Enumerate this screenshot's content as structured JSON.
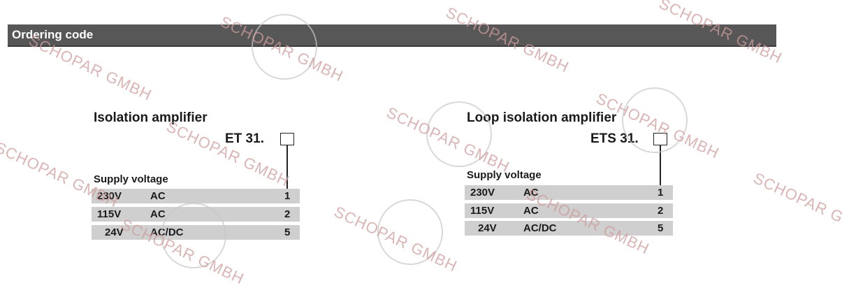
{
  "header": {
    "title": "Ordering code"
  },
  "left": {
    "title": "Isolation amplifier",
    "code": "ET 31.",
    "supply_label": "Supply voltage",
    "rows": [
      {
        "voltage": "230V",
        "type": "AC",
        "code": "1"
      },
      {
        "voltage": "115V",
        "type": "AC",
        "code": "2"
      },
      {
        "voltage": "24V",
        "type": "AC/DC",
        "code": "5"
      }
    ]
  },
  "right": {
    "title": "Loop isolation amplifier",
    "code": "ETS 31.",
    "supply_label": "Supply voltage",
    "rows": [
      {
        "voltage": "230V",
        "type": "AC",
        "code": "1"
      },
      {
        "voltage": "115V",
        "type": "AC",
        "code": "2"
      },
      {
        "voltage": "24V",
        "type": "AC/DC",
        "code": "5"
      }
    ]
  },
  "watermark": {
    "text": "SCHOPAR GMBH"
  }
}
